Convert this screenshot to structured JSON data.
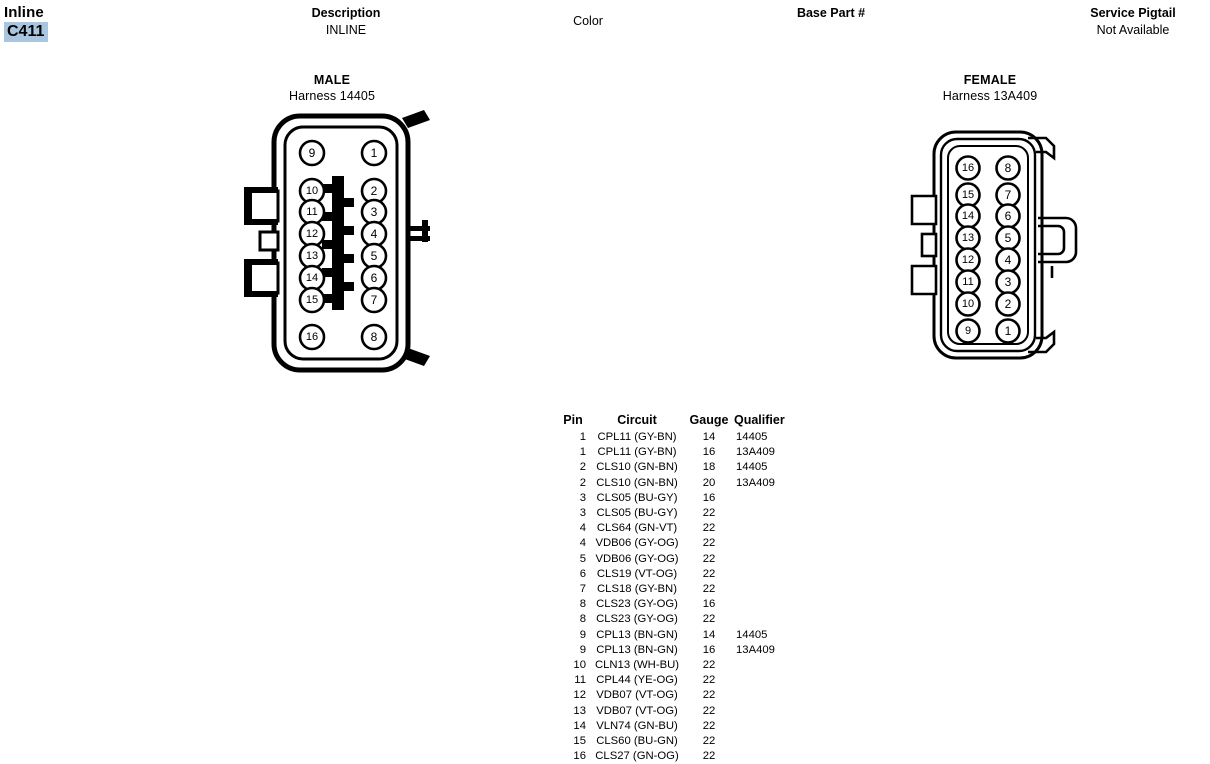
{
  "header": {
    "inline_label": "Inline",
    "inline_code": "C411",
    "description_title": "Description",
    "description_value": "INLINE",
    "color_title": "Color",
    "color_value": "",
    "base_part_title": "Base Part #",
    "base_part_value": "",
    "service_pigtail_title": "Service Pigtail",
    "service_pigtail_value": "Not Available",
    "highlight_color": "#a9c6e0"
  },
  "connectors": {
    "male": {
      "gender": "MALE",
      "harness_label": "Harness  14405",
      "pins_left": [
        "9",
        "10",
        "11",
        "12",
        "13",
        "14",
        "15",
        "16"
      ],
      "pins_right": [
        "1",
        "2",
        "3",
        "4",
        "5",
        "6",
        "7",
        "8"
      ]
    },
    "female": {
      "gender": "FEMALE",
      "harness_label": "Harness  13A409",
      "pins_left": [
        "16",
        "15",
        "14",
        "13",
        "12",
        "11",
        "10",
        "9"
      ],
      "pins_right": [
        "8",
        "7",
        "6",
        "5",
        "4",
        "3",
        "2",
        "1"
      ]
    }
  },
  "pin_table": {
    "columns": [
      "Pin",
      "Circuit",
      "Gauge",
      "Qualifier"
    ],
    "rows": [
      {
        "pin": "1",
        "circuit": "CPL11 (GY-BN)",
        "gauge": "14",
        "qualifier": "14405"
      },
      {
        "pin": "1",
        "circuit": "CPL11 (GY-BN)",
        "gauge": "16",
        "qualifier": "13A409"
      },
      {
        "pin": "2",
        "circuit": "CLS10 (GN-BN)",
        "gauge": "18",
        "qualifier": "14405"
      },
      {
        "pin": "2",
        "circuit": "CLS10 (GN-BN)",
        "gauge": "20",
        "qualifier": "13A409"
      },
      {
        "pin": "3",
        "circuit": "CLS05 (BU-GY)",
        "gauge": "16",
        "qualifier": ""
      },
      {
        "pin": "3",
        "circuit": "CLS05 (BU-GY)",
        "gauge": "22",
        "qualifier": ""
      },
      {
        "pin": "4",
        "circuit": "CLS64 (GN-VT)",
        "gauge": "22",
        "qualifier": ""
      },
      {
        "pin": "4",
        "circuit": "VDB06 (GY-OG)",
        "gauge": "22",
        "qualifier": ""
      },
      {
        "pin": "5",
        "circuit": "VDB06 (GY-OG)",
        "gauge": "22",
        "qualifier": ""
      },
      {
        "pin": "6",
        "circuit": "CLS19 (VT-OG)",
        "gauge": "22",
        "qualifier": ""
      },
      {
        "pin": "7",
        "circuit": "CLS18 (GY-BN)",
        "gauge": "22",
        "qualifier": ""
      },
      {
        "pin": "8",
        "circuit": "CLS23 (GY-OG)",
        "gauge": "16",
        "qualifier": ""
      },
      {
        "pin": "8",
        "circuit": "CLS23 (GY-OG)",
        "gauge": "22",
        "qualifier": ""
      },
      {
        "pin": "9",
        "circuit": "CPL13 (BN-GN)",
        "gauge": "14",
        "qualifier": "14405"
      },
      {
        "pin": "9",
        "circuit": "CPL13 (BN-GN)",
        "gauge": "16",
        "qualifier": "13A409"
      },
      {
        "pin": "10",
        "circuit": "CLN13 (WH-BU)",
        "gauge": "22",
        "qualifier": ""
      },
      {
        "pin": "11",
        "circuit": "CPL44 (YE-OG)",
        "gauge": "22",
        "qualifier": ""
      },
      {
        "pin": "12",
        "circuit": "VDB07 (VT-OG)",
        "gauge": "22",
        "qualifier": ""
      },
      {
        "pin": "13",
        "circuit": "VDB07 (VT-OG)",
        "gauge": "22",
        "qualifier": ""
      },
      {
        "pin": "14",
        "circuit": "VLN74 (GN-BU)",
        "gauge": "22",
        "qualifier": ""
      },
      {
        "pin": "15",
        "circuit": "CLS60 (BU-GN)",
        "gauge": "22",
        "qualifier": ""
      },
      {
        "pin": "16",
        "circuit": "CLS27 (GN-OG)",
        "gauge": "22",
        "qualifier": ""
      }
    ]
  }
}
